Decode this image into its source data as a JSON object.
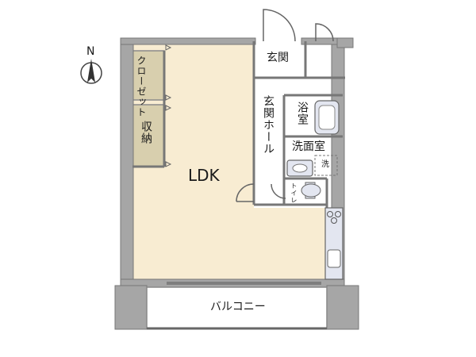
{
  "compass": {
    "north_label": "N"
  },
  "rooms": {
    "ldk": "LDK",
    "genkan": "玄関",
    "genkan_hall": "玄関ホール",
    "bath": "浴室",
    "washroom": "洗面室",
    "washer": "洗",
    "toilet": "トイレ",
    "closet": "クローゼット",
    "storage": "収納",
    "balcony": "バルコニー"
  },
  "colors": {
    "ldk_floor": "#f8ecd2",
    "closet_floor": "#d8cfae",
    "wall": "#9e9e9e",
    "wall_dark": "#8a8a8a",
    "fixture": "#e3e6f0"
  }
}
